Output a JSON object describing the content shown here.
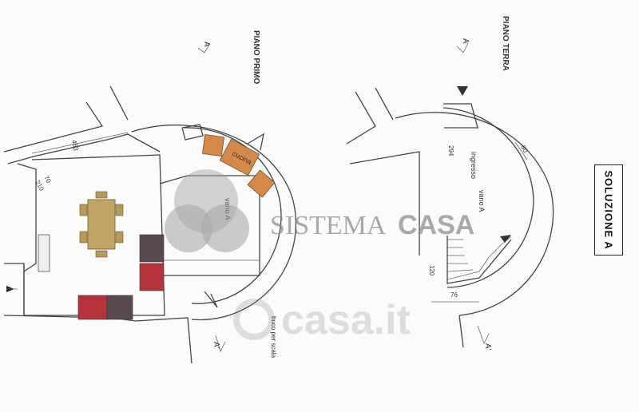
{
  "plan": {
    "title": "SOLUZIONE A",
    "left_floor": "PIANO PRIMO",
    "right_floor": "PIANO TERRA",
    "section_marks": [
      "A",
      "A",
      "A'",
      "A'"
    ],
    "left_rooms": {
      "kitchen": "cucina",
      "room": "vano A"
    },
    "left_note": "buco per scala",
    "left_dims": [
      "453",
      "70",
      "210"
    ],
    "right_rooms": {
      "entrance": "ingresso",
      "room": "vano A"
    },
    "right_dims": [
      "294",
      "80",
      "120",
      "76"
    ]
  },
  "watermark": {
    "brand_part1": "SISTEMA",
    "brand_part2": "CASA",
    "site": "casa.it"
  },
  "colors": {
    "kitchen_fill": "#d4894a",
    "sofa_red": "#b5343c",
    "sofa_dark": "#5a4a4e",
    "table_fill": "#b79a5a",
    "wall": "#444444",
    "watermark": "#8a8a8a"
  }
}
